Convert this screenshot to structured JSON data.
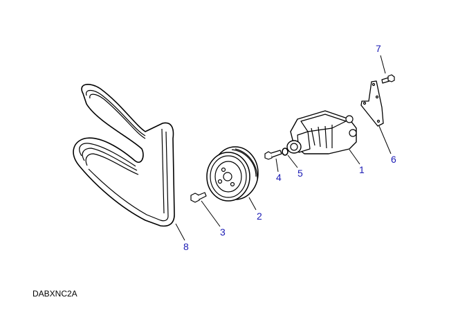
{
  "diagram": {
    "caption": "DABXNC2A",
    "label_color": "#1a1ab4",
    "parts": [
      {
        "callout": "1",
        "part": "power-steering-pump"
      },
      {
        "callout": "2",
        "part": "pulley"
      },
      {
        "callout": "3",
        "part": "pulley-bolt"
      },
      {
        "callout": "4",
        "part": "pump-bolt"
      },
      {
        "callout": "5",
        "part": "washer"
      },
      {
        "callout": "6",
        "part": "mounting-bracket"
      },
      {
        "callout": "7",
        "part": "bracket-bolt"
      },
      {
        "callout": "8",
        "part": "drive-belt"
      }
    ]
  }
}
